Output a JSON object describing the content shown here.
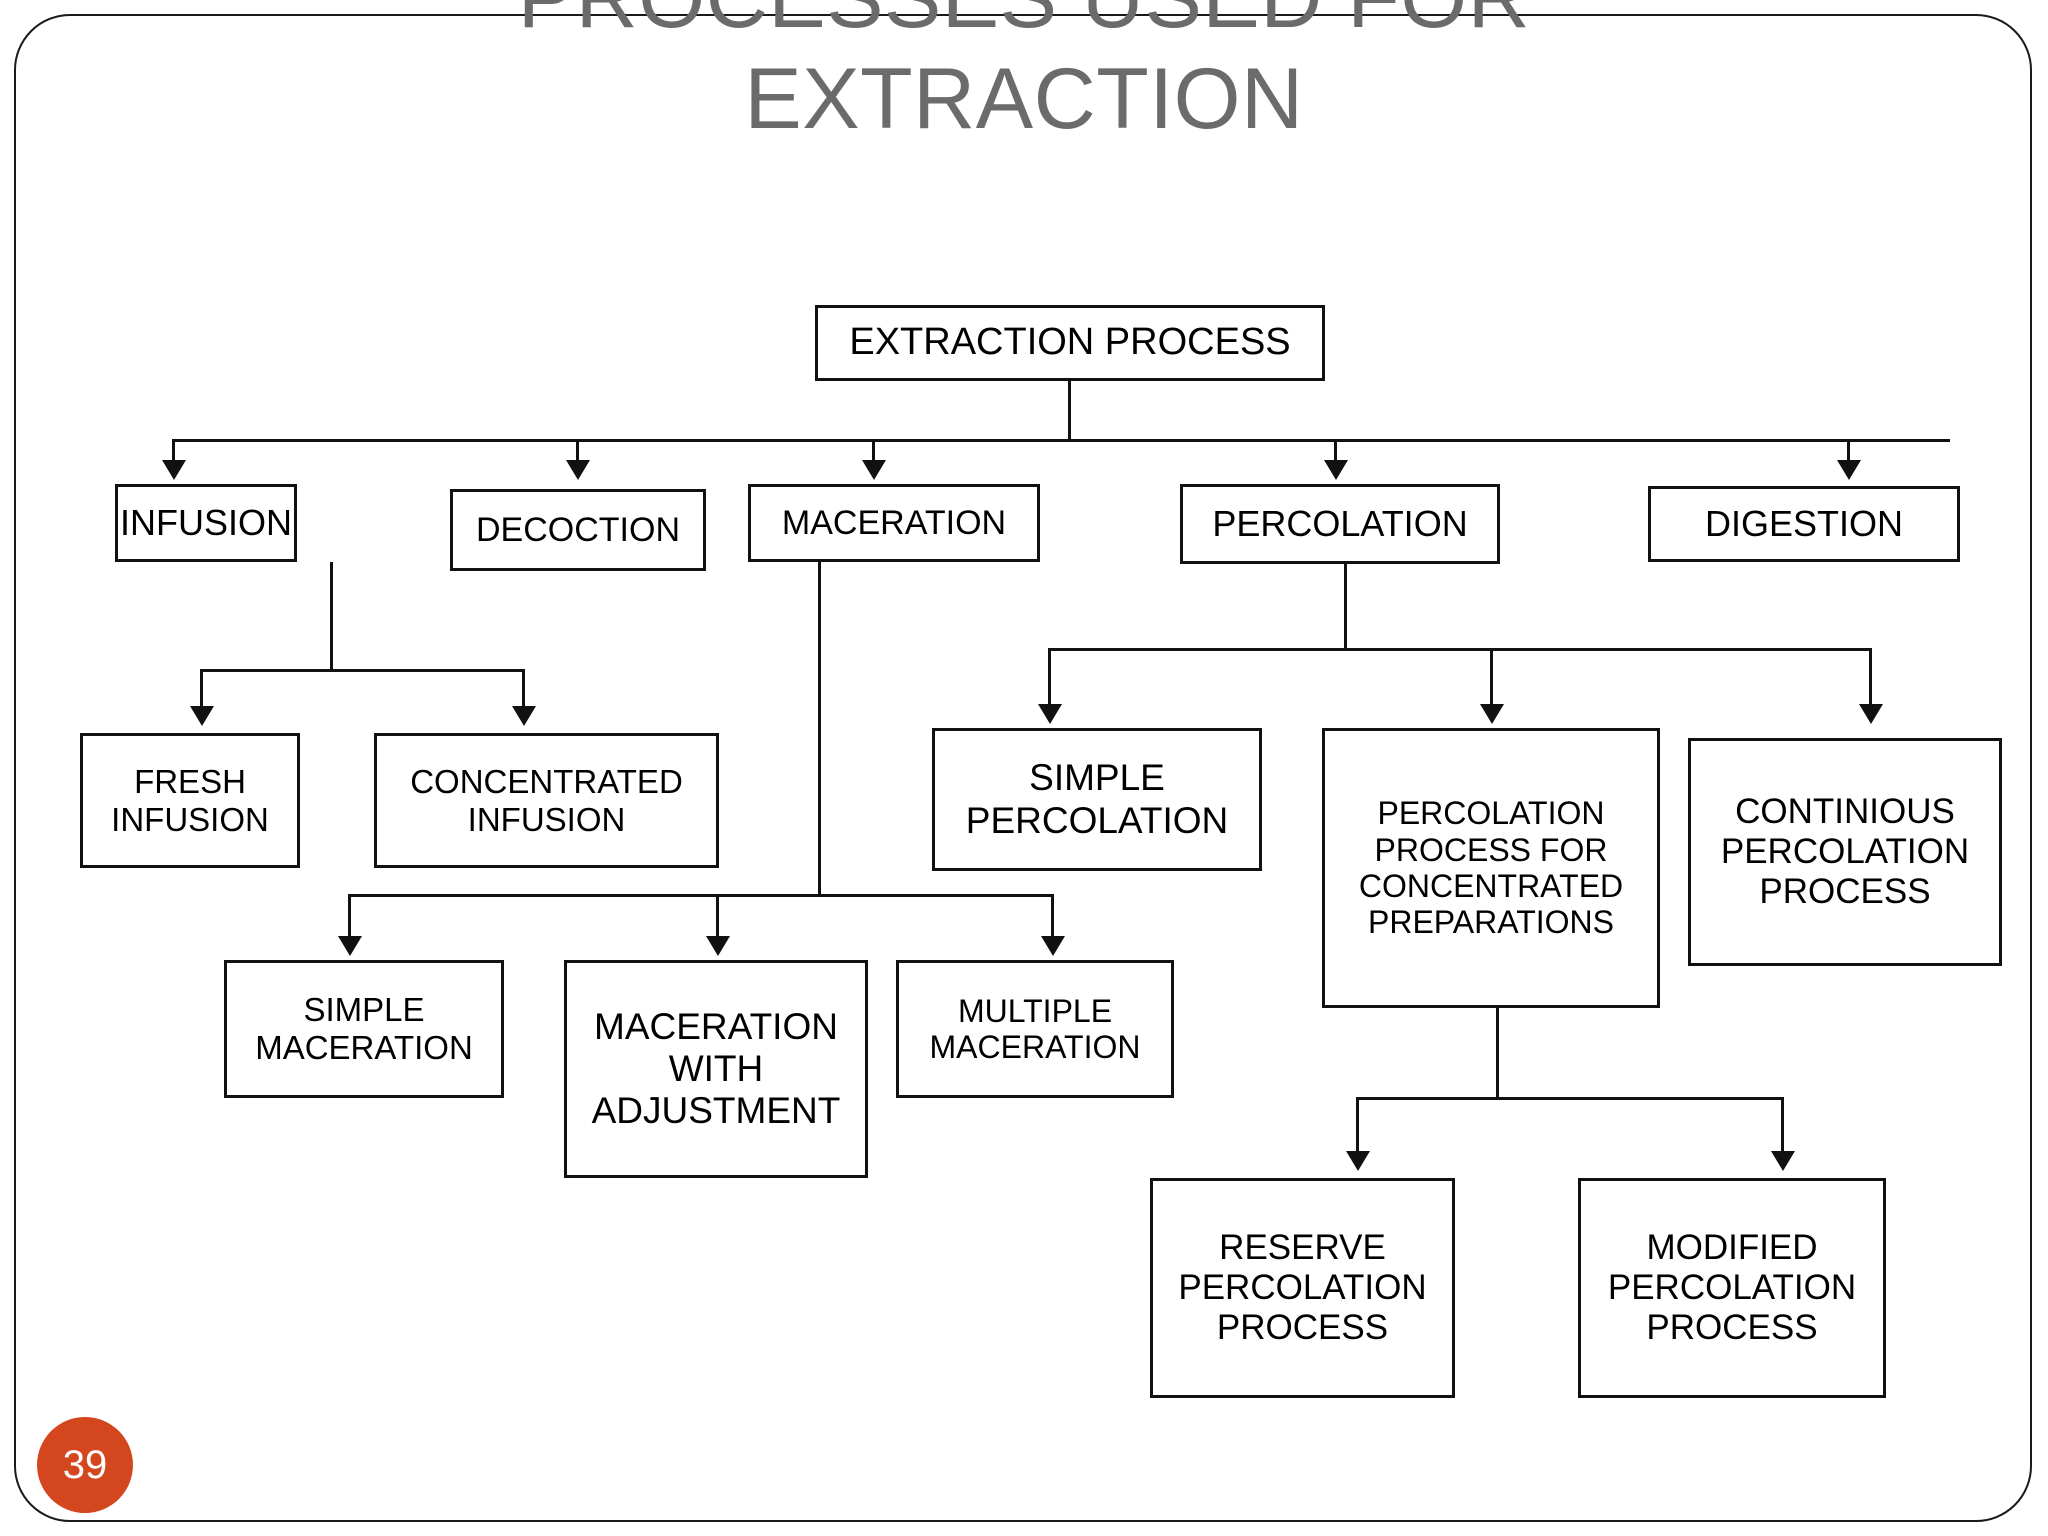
{
  "slide": {
    "title": "PROCESSES USED FOR\nEXTRACTION",
    "title_color": "#6b6b6b",
    "page_number": "39",
    "badge_color": "#d4461d",
    "background_color": "#ffffff",
    "border_color": "#1a1a1a",
    "node_border_color": "#111111",
    "connector_color": "#111111"
  },
  "diagram": {
    "type": "flowchart",
    "root": "EXTRACTION PROCESS",
    "nodes": [
      {
        "id": "extraction-process",
        "label": "EXTRACTION PROCESS",
        "level": 0,
        "parent": null
      },
      {
        "id": "infusion",
        "label": "INFUSION",
        "level": 1,
        "parent": "extraction-process"
      },
      {
        "id": "decoction",
        "label": "DECOCTION",
        "level": 1,
        "parent": "extraction-process"
      },
      {
        "id": "maceration",
        "label": "MACERATION",
        "level": 1,
        "parent": "extraction-process"
      },
      {
        "id": "percolation",
        "label": "PERCOLATION",
        "level": 1,
        "parent": "extraction-process"
      },
      {
        "id": "digestion",
        "label": "DIGESTION",
        "level": 1,
        "parent": "extraction-process"
      },
      {
        "id": "fresh-infusion",
        "label": "FRESH\nINFUSION",
        "level": 2,
        "parent": "infusion"
      },
      {
        "id": "concentrated-infusion",
        "label": "CONCENTRATED\nINFUSION",
        "level": 2,
        "parent": "infusion"
      },
      {
        "id": "simple-percolation",
        "label": "SIMPLE\nPERCOLATION",
        "level": 2,
        "parent": "percolation"
      },
      {
        "id": "percolation-concentrated",
        "label": "PERCOLATION\nPROCESS FOR\nCONCENTRATED\nPREPARATIONS",
        "level": 2,
        "parent": "percolation"
      },
      {
        "id": "continious-percolation",
        "label": "CONTINIOUS\nPERCOLATION\nPROCESS",
        "level": 2,
        "parent": "percolation"
      },
      {
        "id": "simple-maceration",
        "label": "SIMPLE\nMACERATION",
        "level": 2,
        "parent": "maceration"
      },
      {
        "id": "maceration-with-adjustment",
        "label": "MACERATION\nWITH\nADJUSTMENT",
        "level": 2,
        "parent": "maceration"
      },
      {
        "id": "multiple-maceration",
        "label": "MULTIPLE\nMACERATION",
        "level": 2,
        "parent": "maceration"
      },
      {
        "id": "reserve-percolation",
        "label": "RESERVE\nPERCOLATION\nPROCESS",
        "level": 3,
        "parent": "percolation-concentrated"
      },
      {
        "id": "modified-percolation",
        "label": "MODIFIED\nPERCOLATION\nPROCESS",
        "level": 3,
        "parent": "percolation-concentrated"
      }
    ]
  }
}
